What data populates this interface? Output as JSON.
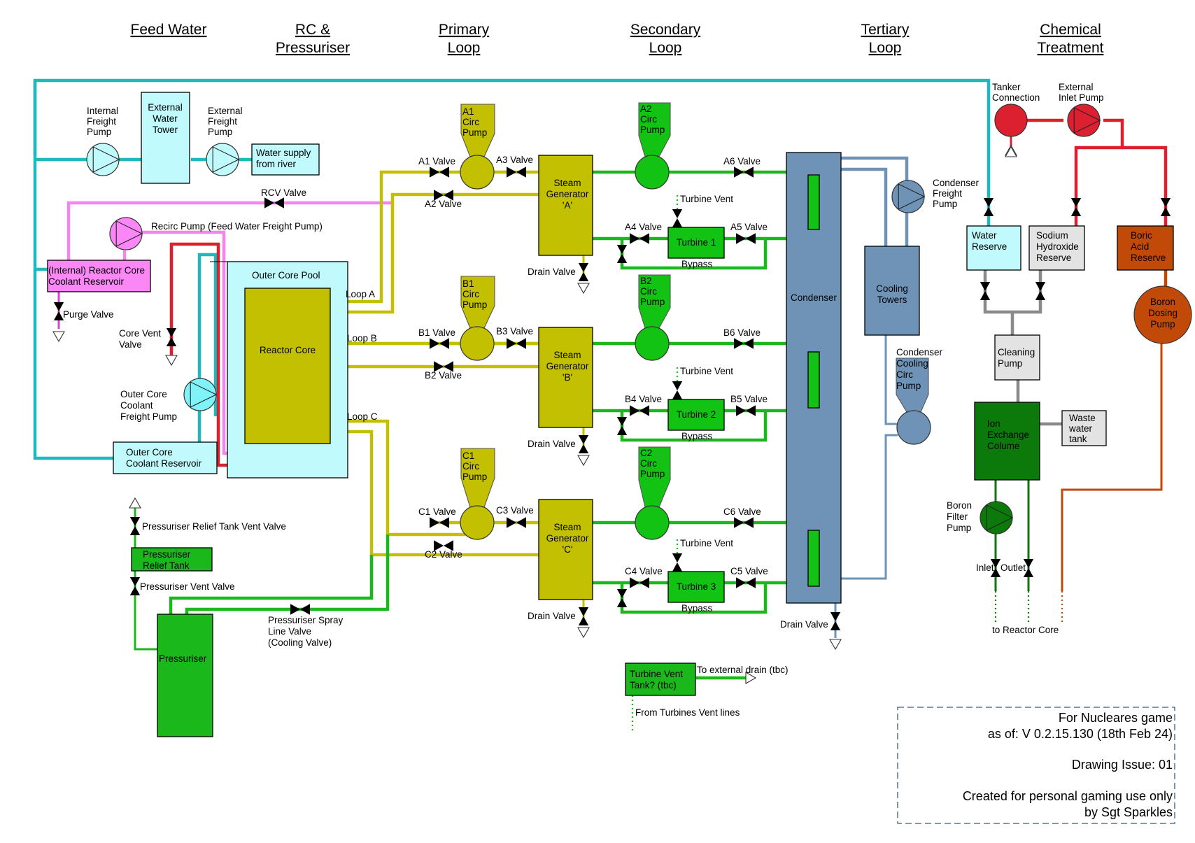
{
  "colors": {
    "feed_water": "#1fb8bd",
    "feed_water_fill": "#c0fafd",
    "pink": "#f386ee",
    "pink_fill": "#fb86f5",
    "red": "#dd2030",
    "olive": "#c2c000",
    "green": "#1bb81b",
    "green_fill": "#13c313",
    "steel": "#6e93b6",
    "dark_green": "#0b7a0b",
    "grey": "#8a8a8a",
    "grey_fill": "#e3e3e3",
    "boric": "#c24a08",
    "border_dash": "#3b5a7a"
  },
  "headers": [
    {
      "lines": [
        "Feed Water"
      ]
    },
    {
      "lines": [
        "RC &",
        "Pressuriser"
      ]
    },
    {
      "lines": [
        "Primary",
        "Loop"
      ]
    },
    {
      "lines": [
        "Secondary",
        "Loop"
      ]
    },
    {
      "lines": [
        "Tertiary",
        "Loop"
      ]
    },
    {
      "lines": [
        "Chemical",
        "Treatment"
      ]
    }
  ],
  "feed_water": {
    "internal_freight_pump": [
      "Internal",
      "Freight",
      "Pump"
    ],
    "external_water_tower": [
      "External",
      "Water",
      "Tower"
    ],
    "external_freight_pump": [
      "External",
      "Freight",
      "Pump"
    ],
    "water_supply": [
      "Water supply",
      "from river"
    ]
  },
  "rc": {
    "rcv_valve": "RCV Valve",
    "recirc_pump": "Recirc Pump (Feed Water Freight Pump)",
    "internal_reservoir": [
      "(Internal) Reactor Core",
      "Coolant Reservoir"
    ],
    "purge_valve": "Purge Valve",
    "core_vent_valve": [
      "Core Vent",
      "Valve"
    ],
    "outer_core_pump": [
      "Outer Core",
      "Coolant",
      "Freight Pump"
    ],
    "outer_core_reservoir": [
      "Outer Core",
      "Coolant Reservoir"
    ],
    "outer_core_pool": "Outer Core Pool",
    "reactor_core": "Reactor Core",
    "loop_a": "Loop A",
    "loop_b": "Loop B",
    "loop_c": "Loop C",
    "pressuriser_relief_tank_vent_valve": "Pressuriser Relief Tank Vent Valve",
    "pressuriser_relief_tank": [
      "Pressuriser",
      "Relief Tank"
    ],
    "pressuriser_vent_valve": "Pressuriser Vent Valve",
    "pressuriser": "Pressuriser",
    "spray_valve": [
      "Pressuriser Spray",
      "Line Valve",
      "(Cooling Valve)"
    ]
  },
  "loops": [
    {
      "id": "A",
      "circ_pump_primary": [
        "A1",
        "Circ",
        "Pump"
      ],
      "v1": "A1 Valve",
      "v2": "A2 Valve",
      "v3": "A3 Valve",
      "steam_gen": [
        "Steam",
        "Generator",
        "'A'"
      ],
      "drain": "Drain Valve",
      "circ_pump_secondary": [
        "A2",
        "Circ",
        "Pump"
      ],
      "v6": "A6 Valve",
      "turbine_vent": "Turbine Vent",
      "v4": "A4 Valve",
      "v5": "A5 Valve",
      "turbine": "Turbine 1",
      "bypass": "Bypass"
    },
    {
      "id": "B",
      "circ_pump_primary": [
        "B1",
        "Circ",
        "Pump"
      ],
      "v1": "B1 Valve",
      "v2": "B2 Valve",
      "v3": "B3 Valve",
      "steam_gen": [
        "Steam",
        "Generator",
        "'B'"
      ],
      "drain": "Drain Valve",
      "circ_pump_secondary": [
        "B2",
        "Circ",
        "Pump"
      ],
      "v6": "B6 Valve",
      "turbine_vent": "Turbine Vent",
      "v4": "B4 Valve",
      "v5": "B5 Valve",
      "turbine": "Turbine 2",
      "bypass": "Bypass"
    },
    {
      "id": "C",
      "circ_pump_primary": [
        "C1",
        "Circ",
        "Pump"
      ],
      "v1": "C1 Valve",
      "v2": "C2 Valve",
      "v3": "C3 Valve",
      "steam_gen": [
        "Steam",
        "Generator",
        "'C'"
      ],
      "drain": "Drain Valve",
      "circ_pump_secondary": [
        "C2",
        "Circ",
        "Pump"
      ],
      "v6": "C6 Valve",
      "turbine_vent": "Turbine Vent",
      "v4": "C4 Valve",
      "v5": "C5 Valve",
      "turbine": "Turbine 3",
      "bypass": "Bypass"
    }
  ],
  "turbine_vent_tank": {
    "label": [
      "Turbine Vent",
      "Tank? (tbc)"
    ],
    "to_drain": "To external drain (tbc)",
    "from_vents": "From Turbines Vent lines"
  },
  "tertiary": {
    "condenser": "Condenser",
    "condenser_freight_pump": [
      "Condenser",
      "Freight",
      "Pump"
    ],
    "cooling_towers": [
      "Cooling",
      "Towers"
    ],
    "condenser_cooling_circ_pump": [
      "Condenser",
      "Cooling",
      "Circ",
      "Pump"
    ],
    "drain_valve": "Drain Valve"
  },
  "chemical": {
    "tanker_connection": [
      "Tanker",
      "Connection"
    ],
    "external_inlet_pump": [
      "External",
      "Inlet Pump"
    ],
    "water_reserve": [
      "Water",
      "Reserve"
    ],
    "sodium_hydroxide_reserve": [
      "Sodium",
      "Hydroxide",
      "Reserve"
    ],
    "boric_acid_reserve": [
      "Boric",
      "Acid",
      "Reserve"
    ],
    "boron_dosing_pump": [
      "Boron",
      "Dosing",
      "Pump"
    ],
    "cleaning_pump": [
      "Cleaning",
      "Pump"
    ],
    "ion_exchange": [
      "Ion",
      "Exchange",
      "Colume"
    ],
    "waste_water_tank": [
      "Waste",
      "water",
      "tank"
    ],
    "boron_filter_pump": [
      "Boron",
      "Filter",
      "Pump"
    ],
    "inlet": "Inlet",
    "outlet": "Outlet",
    "to_reactor_core": "to Reactor Core"
  },
  "title_block": {
    "line1": "For Nucleares game",
    "line2": "as of: V 0.2.15.130 (18th Feb 24)",
    "line3": "Drawing Issue: 01",
    "line4": "Created for personal gaming use only",
    "line5": "by Sgt Sparkles"
  }
}
